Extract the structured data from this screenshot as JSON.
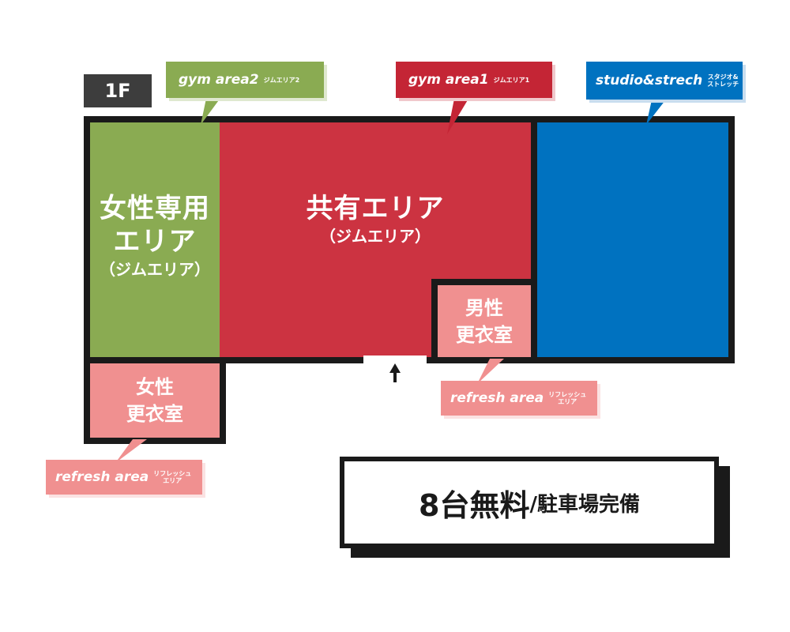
{
  "floor_label": "1F",
  "callouts": {
    "gym2": {
      "en": "gym area2",
      "jp": "ジムエリア2"
    },
    "gym1": {
      "en": "gym area1",
      "jp": "ジムエリア1"
    },
    "studio": {
      "en": "studio&strech",
      "jp1": "スタジオ&",
      "jp2": "ストレッチ"
    },
    "refresh_men": {
      "en": "refresh area",
      "jp1": "リフレッシュ",
      "jp2": "エリア"
    },
    "refresh_women": {
      "en": "refresh area",
      "jp1": "リフレッシュ",
      "jp2": "エリア"
    }
  },
  "rooms": {
    "women_only": {
      "line1": "女性専用",
      "line2": "エリア",
      "line3": "（ジムエリア）"
    },
    "shared": {
      "line1": "共有エリア",
      "line2": "（ジムエリア）"
    },
    "men_locker": {
      "line1": "男性",
      "line2": "更衣室"
    },
    "women_locker": {
      "line1": "女性",
      "line2": "更衣室"
    }
  },
  "parking": {
    "big": "8台無料",
    "small": "/駐車場完備"
  },
  "colors": {
    "green": "#8aab52",
    "red": "#cc3341",
    "blue": "#0072c0",
    "pink": "#f09090",
    "border": "#1a1a1a"
  }
}
